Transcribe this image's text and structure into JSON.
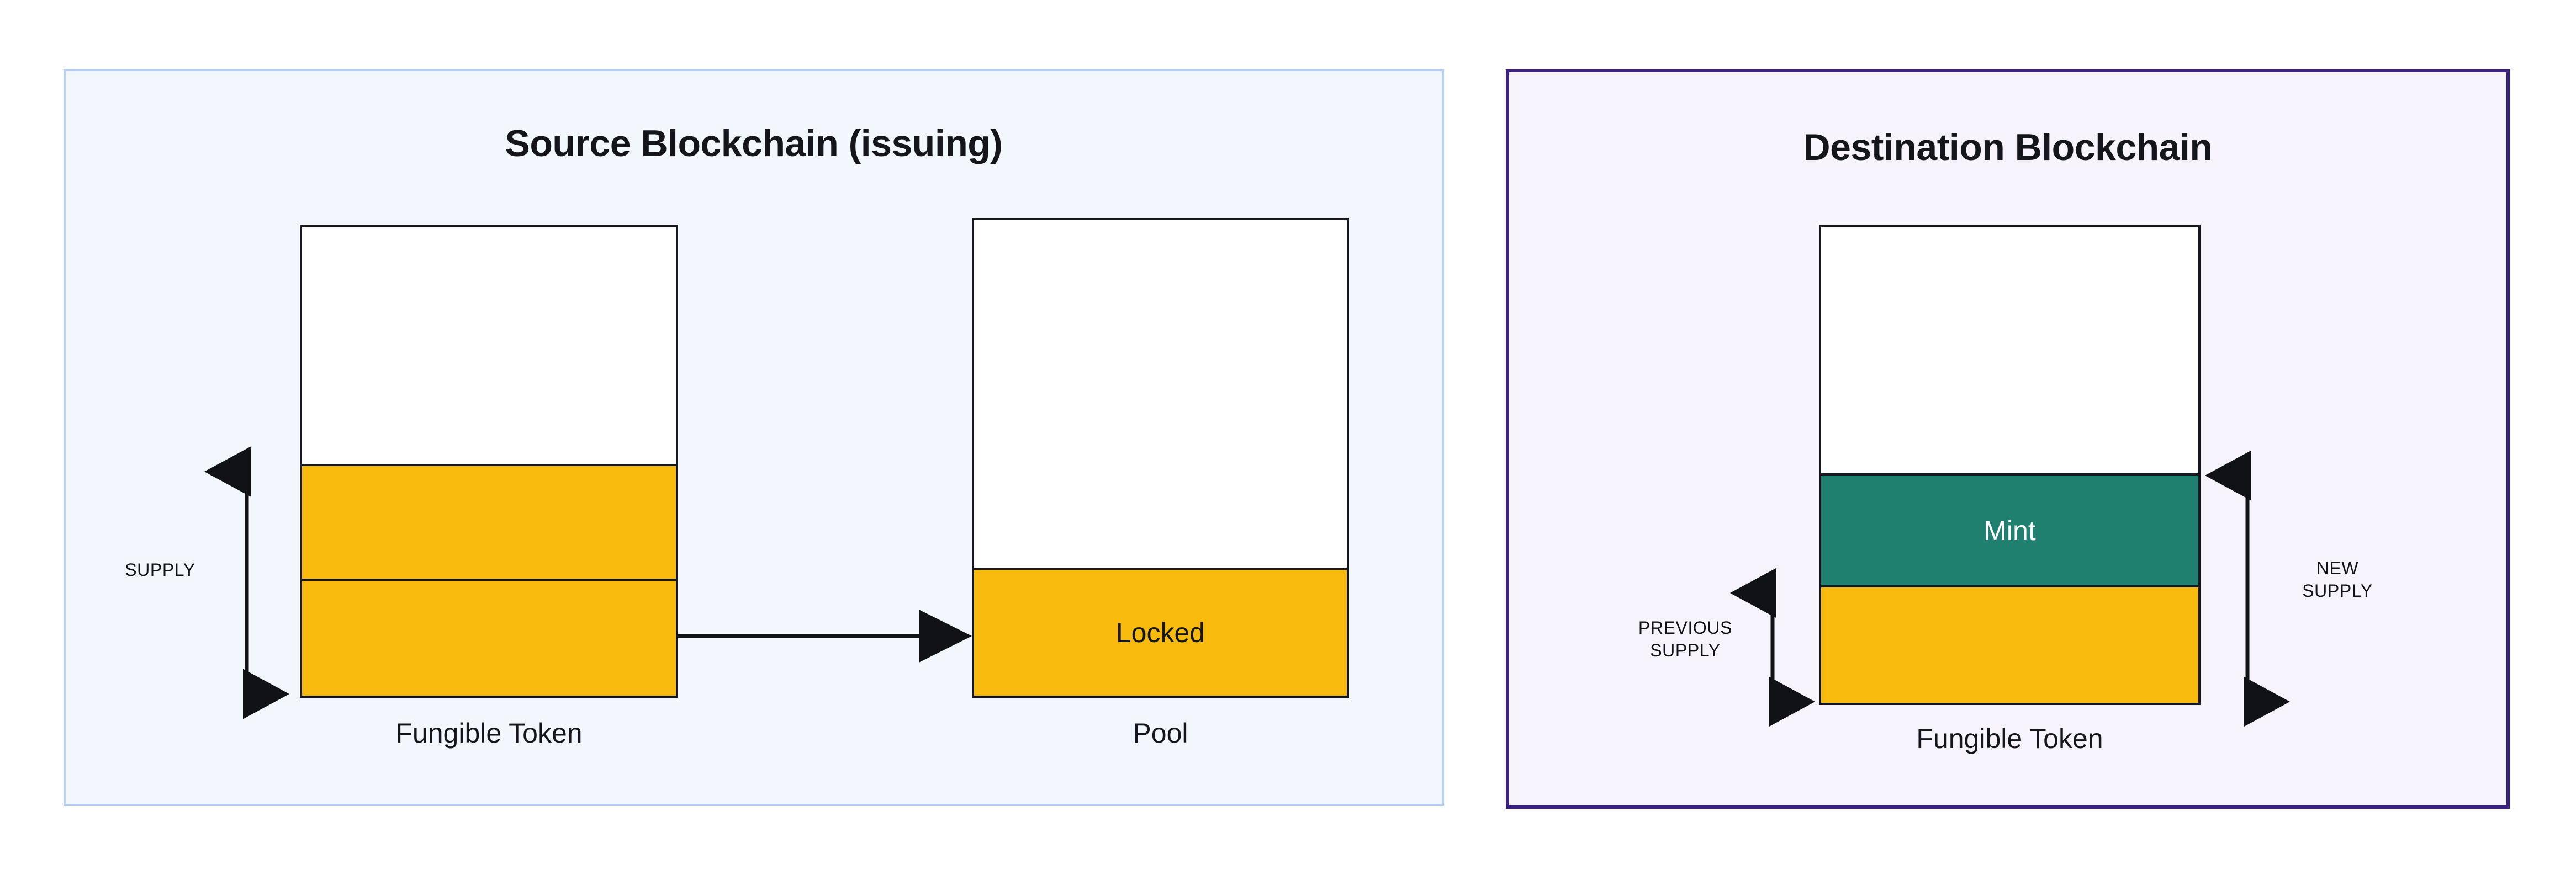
{
  "diagram": {
    "title_source": "Source Blockchain (issuing)",
    "title_destination": "Destination Blockchain",
    "colors": {
      "yellow": "#f8ba0d",
      "teal": "#20806f",
      "source_panel_bg": "#f2f7fd",
      "source_panel_border": "#b6cdf3",
      "destination_panel_bg": "#f6f3fd",
      "destination_panel_border": "#3a2080",
      "stroke": "#17181f",
      "white": "#ffffff"
    }
  },
  "source_panel": {
    "title": "Source Blockchain (issuing)",
    "supply_label": "SUPPLY",
    "token_box": {
      "caption": "Fungible Token",
      "segments": [
        {
          "name": "headroom",
          "label": "",
          "fill": "white"
        },
        {
          "name": "retained-supply",
          "label": "",
          "fill": "yellow"
        },
        {
          "name": "transferred-supply",
          "label": "",
          "fill": "yellow"
        }
      ]
    },
    "pool_box": {
      "caption": "Pool",
      "segments": [
        {
          "name": "headroom",
          "label": "",
          "fill": "white"
        },
        {
          "name": "locked",
          "label": "Locked",
          "fill": "yellow"
        }
      ]
    },
    "transfer_arrow": {
      "from": "Fungible Token",
      "to": "Pool",
      "label": ""
    }
  },
  "destination_panel": {
    "title": "Destination Blockchain",
    "previous_supply_label": "PREVIOUS\nSUPPLY",
    "new_supply_label": "NEW\nSUPPLY",
    "token_box": {
      "caption": "Fungible Token",
      "segments": [
        {
          "name": "headroom",
          "label": "",
          "fill": "white"
        },
        {
          "name": "mint",
          "label": "Mint",
          "fill": "teal"
        },
        {
          "name": "previous-supply",
          "label": "",
          "fill": "yellow"
        }
      ]
    }
  },
  "chart_data": {
    "type": "bar",
    "title": "Lock-and-Mint Token Bridge",
    "panels": [
      {
        "name": "Source Blockchain (issuing)",
        "bars": [
          {
            "category": "Fungible Token",
            "stack": [
              {
                "label": "",
                "fill": "white",
                "value": 438
              },
              {
                "label": "",
                "fill": "yellow",
                "value": 208
              },
              {
                "label": "",
                "fill": "yellow",
                "value": 212
              }
            ],
            "annotation": "SUPPLY"
          },
          {
            "category": "Pool",
            "stack": [
              {
                "label": "",
                "fill": "white",
                "value": 638
              },
              {
                "label": "Locked",
                "fill": "yellow",
                "value": 232
              }
            ]
          }
        ]
      },
      {
        "name": "Destination Blockchain",
        "bars": [
          {
            "category": "Fungible Token",
            "stack": [
              {
                "label": "",
                "fill": "white",
                "value": 455
              },
              {
                "label": "Mint",
                "fill": "teal",
                "value": 203
              },
              {
                "label": "",
                "fill": "yellow",
                "value": 213
              }
            ],
            "annotations": [
              "PREVIOUS SUPPLY",
              "NEW SUPPLY"
            ]
          }
        ]
      }
    ],
    "legend": [
      "Locked",
      "Mint"
    ],
    "grid": false
  }
}
